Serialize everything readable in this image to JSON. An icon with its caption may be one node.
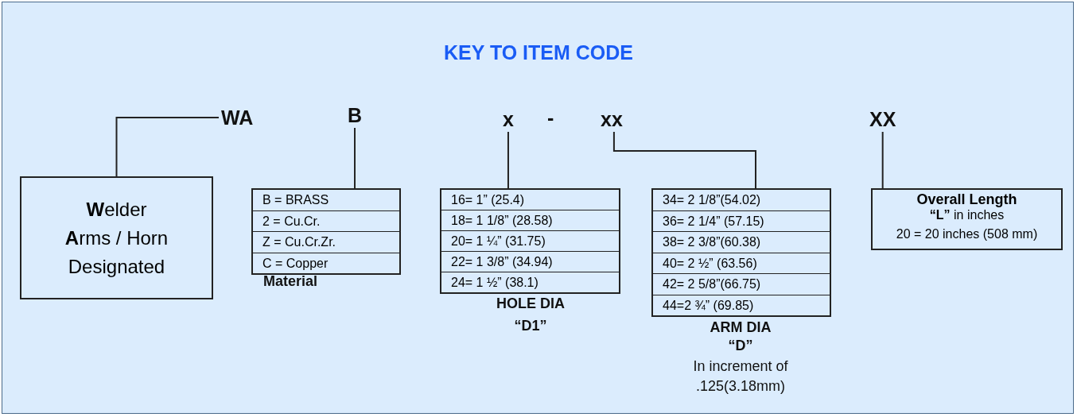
{
  "diagram": {
    "title": "KEY TO ITEM CODE",
    "nodes": [
      {
        "text": [
          "WA"
        ]
      },
      {
        "text": [
          "B"
        ]
      },
      {
        "text": [
          "x"
        ]
      },
      {
        "text": [
          "xx"
        ]
      },
      {
        "text": [
          "XX"
        ]
      },
      {
        "text": [
          "**W**elder **A**rms / Horn Designated"
        ]
      },
      {
        "text": [
          "B = BRASS",
          "2 = Cu.Cr.",
          "Z = Cu.Cr.Zr.",
          "C = Copper"
        ],
        "beside": [
          "Material"
        ]
      },
      {
        "text": [
          "16= 1” (25.4)",
          "18= 1 1/8” (28.58)",
          "20= 1 ¼” (31.75)",
          "22= 1 3/8” (34.94)",
          "24= 1 ½” (38.1)"
        ],
        "beside": [
          "HOLE DIA",
          "“D1”"
        ]
      },
      {
        "text": [
          "34= 2 1/8”(54.02)",
          "36= 2 1/4” (57.15)",
          "38= 2 3/8”(60.38)",
          "40= 2 ½” (63.56)",
          "42= 2 5/8”(66.75)",
          "44=2 ¾” (69.85)"
        ],
        "beside": [
          "ARM DIA",
          "“D”",
          "In increment of .125(3.18mm)"
        ]
      },
      {
        "text": [
          "Overall Length",
          "**“L”** in inches",
          "20 = 20 inches  (508 mm)"
        ]
      }
    ],
    "edges": [
      {
        "from": 0,
        "to": 5,
        "arrow": "none"
      },
      {
        "from": 1,
        "to": 6,
        "arrow": "none"
      },
      {
        "from": 2,
        "to": 7,
        "arrow": "none"
      },
      {
        "from": 3,
        "to": 8,
        "arrow": "none"
      },
      {
        "from": 4,
        "to": 9,
        "arrow": "none"
      }
    ],
    "labels": [
      "-"
    ]
  }
}
